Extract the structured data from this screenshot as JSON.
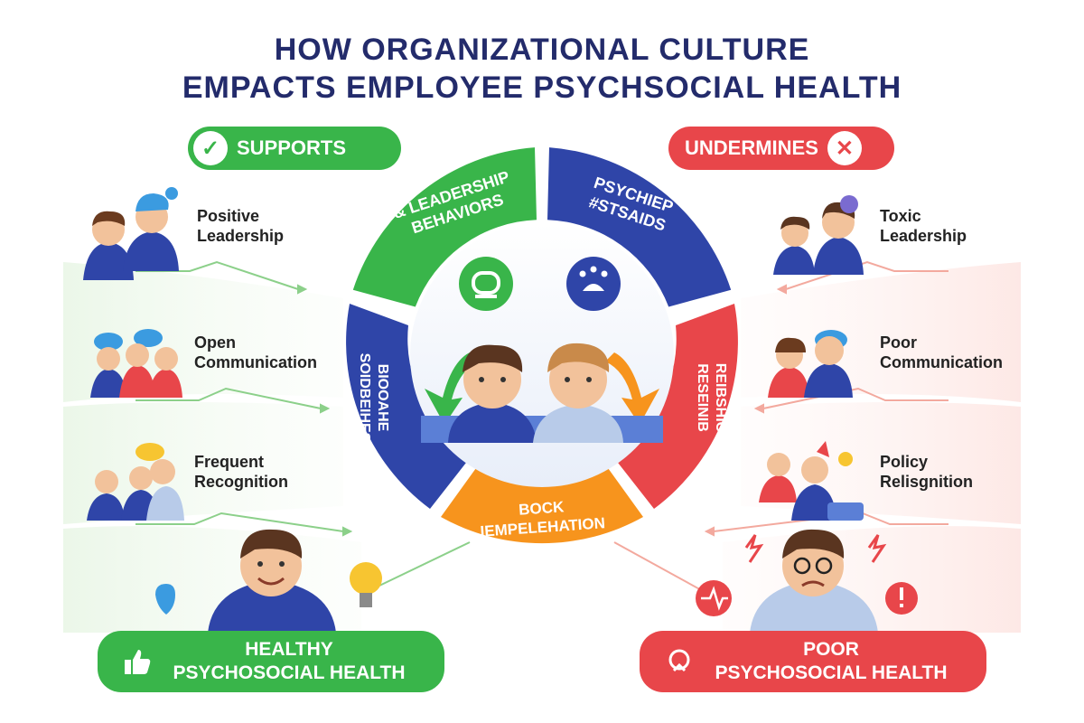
{
  "title": {
    "line1": "HOW ORGANIZATIONAL CULTURE",
    "line2": "EMPACTS EMPLOYEE PSYCHSOCIAL HEALTH"
  },
  "supports": {
    "label": "SUPPORTS"
  },
  "undermines": {
    "label": "UNDERMINES"
  },
  "left_items": [
    {
      "line1": "Positive",
      "line2": "Leadership"
    },
    {
      "line1": "Open",
      "line2": "Communication"
    },
    {
      "line1": "Frequent",
      "line2": "Recognition"
    }
  ],
  "right_items": [
    {
      "line1": "Toxic",
      "line2": "Leadership"
    },
    {
      "line1": "Poor",
      "line2": "Communication"
    },
    {
      "line1": "Policy",
      "line2": "Relisgnition"
    }
  ],
  "ring": {
    "leadership": "& LEADERSHIP BEHAVIORS",
    "leadership_l1": "& LEADERSHIP",
    "leadership_l2": "BEHAVIORS",
    "psych_l1": "PSYCHIEP",
    "psych_l2": "#STSAIDS",
    "left_l1": "BIOOAHE",
    "left_l2": "SOIDBEIHES",
    "right_l1": "REIBSHIC",
    "right_l2": "RESEINIB",
    "bottom_l1": "BOCK",
    "bottom_l2": "IEMPELEHATION"
  },
  "bottom_left": {
    "line1": "HEALTHY",
    "line2": "PSYCHOSOCIAL HEALTH"
  },
  "bottom_right": {
    "line1": "POOR",
    "line2": "PSYCHOSOCIAL HEALTH"
  },
  "colors": {
    "green": "#39b54a",
    "blue": "#2f45a8",
    "red": "#e8464a",
    "orange": "#f7941d",
    "title": "#232b6b"
  }
}
